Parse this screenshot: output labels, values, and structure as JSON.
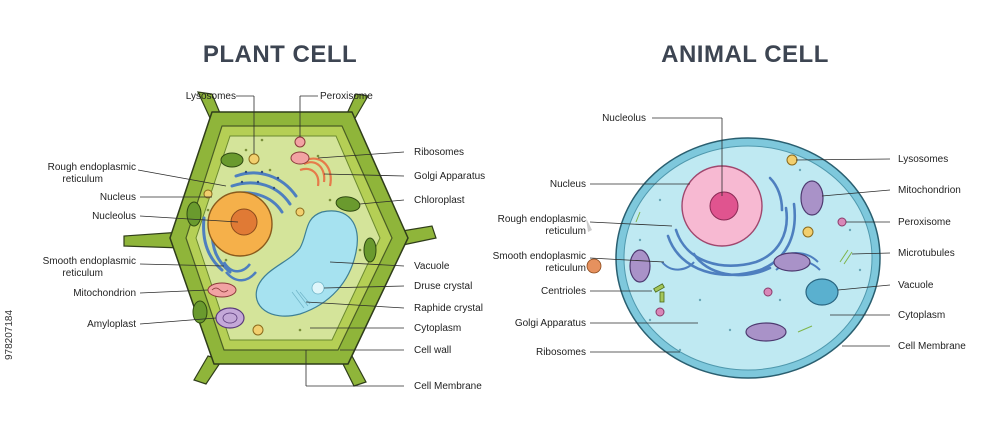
{
  "plant": {
    "title": "PLANT CELL",
    "left_labels": [
      "Lysosomes",
      "Rough endoplasmic",
      "reticulum",
      "Nucleus",
      "Nucleolus",
      "Smooth endoplasmic",
      "reticulum",
      "Mitochondrion",
      "Amyloplast"
    ],
    "top_labels": {
      "lysosomes": "Lysosomes",
      "peroxisome": "Peroxisome"
    },
    "right_labels": [
      "Ribosomes",
      "Golgi Apparatus",
      "Chloroplast",
      "Vacuole",
      "Druse crystal",
      "Raphide crystal",
      "Cytoplasm",
      "Cell wall",
      "Cell Membrane"
    ]
  },
  "animal": {
    "title": "ANIMAL CELL",
    "left_labels": [
      "Nucleolus",
      "Nucleus",
      "Rough endoplasmic",
      "reticulum",
      "Smooth endoplasmic",
      "reticulum",
      "Centrioles",
      "Golgi Apparatus",
      "Ribosomes"
    ],
    "right_labels": [
      "Lysosomes",
      "Mitochondrion",
      "Peroxisome",
      "Microtubules",
      "Vacuole",
      "Cytoplasm",
      "Cell Membrane"
    ]
  },
  "watermark_id": "978207184",
  "colors": {
    "wall_outer": "#8fb53a",
    "wall_inner": "#b5cf55",
    "plant_cytoplasm": "#d4e49a",
    "nucleus": "#f5b04a",
    "nucleolus": "#e07a35",
    "vacuole": "#a6e2f0",
    "er_blue": "#4e7fbf",
    "chloroplast": "#6a9a2e",
    "animal_membrane": "#7ec8dc",
    "animal_cytoplasm": "#bfe9f2",
    "animal_nucleus": "#f7b9d2",
    "animal_nucleolus": "#e0548f",
    "mito_purple": "#a992c8",
    "golgi_orange": "#e67a4a"
  }
}
